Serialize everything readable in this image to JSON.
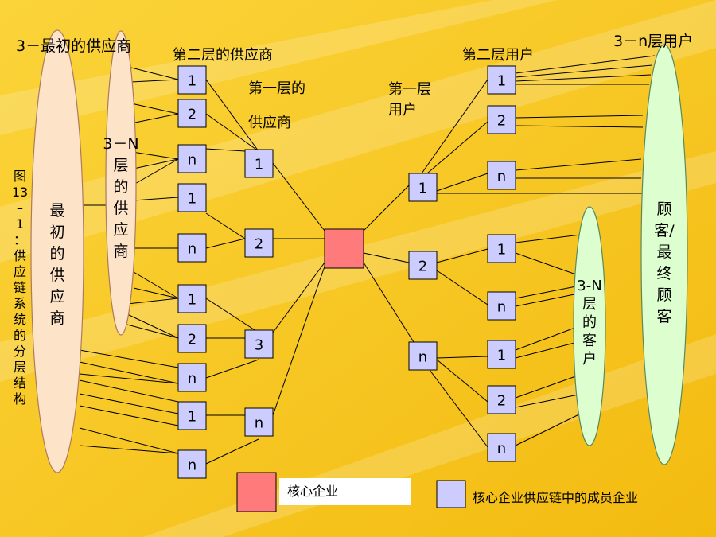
{
  "labels": {
    "tier3_supplier": "3－最初的供应商",
    "tier2_supplier": "第二层的供应商",
    "tier1_supplier_line1": "第一层的",
    "tier1_supplier_line2": "供应商",
    "tier1_user_line1": "第一层",
    "tier1_user_line2": "用户",
    "tier2_user": "第二层用户",
    "tier3_user": "3－n层用户"
  },
  "ellipses": {
    "initial_supplier": [
      "最",
      "初",
      "的",
      "供",
      "应",
      "商"
    ],
    "tier3n_supplier": [
      "3－N",
      "层",
      "的",
      "供",
      "应",
      "商"
    ],
    "tier3n_customer": [
      "3-N",
      "层",
      "的",
      "客",
      "户"
    ],
    "end_customer": [
      "顾",
      "客/",
      "最",
      "终",
      "顾",
      "客"
    ]
  },
  "caption": [
    "图",
    "13",
    "–",
    "1",
    "：",
    "供",
    "应",
    "链",
    "系",
    "统",
    "的",
    "分",
    "层",
    "结",
    "构"
  ],
  "nodes": {
    "s2": [
      "1",
      "2",
      "n",
      "1",
      "n",
      "1",
      "2",
      "n",
      "1",
      "n"
    ],
    "s1": [
      "1",
      "2",
      "3",
      "n"
    ],
    "u1": [
      "1",
      "2",
      "n"
    ],
    "u2": [
      "1",
      "2",
      "n",
      "1",
      "n",
      "1",
      "2",
      "n"
    ]
  },
  "legend": {
    "core": "核心企业",
    "member": "核心企业供应链中的成员企业"
  },
  "colors": {
    "background": "#f7c81c",
    "core": "#ff7b7b",
    "member": "#ccccff",
    "supplier_ellipse": "#fde3c8",
    "customer_ellipse": "#ddffd0"
  }
}
